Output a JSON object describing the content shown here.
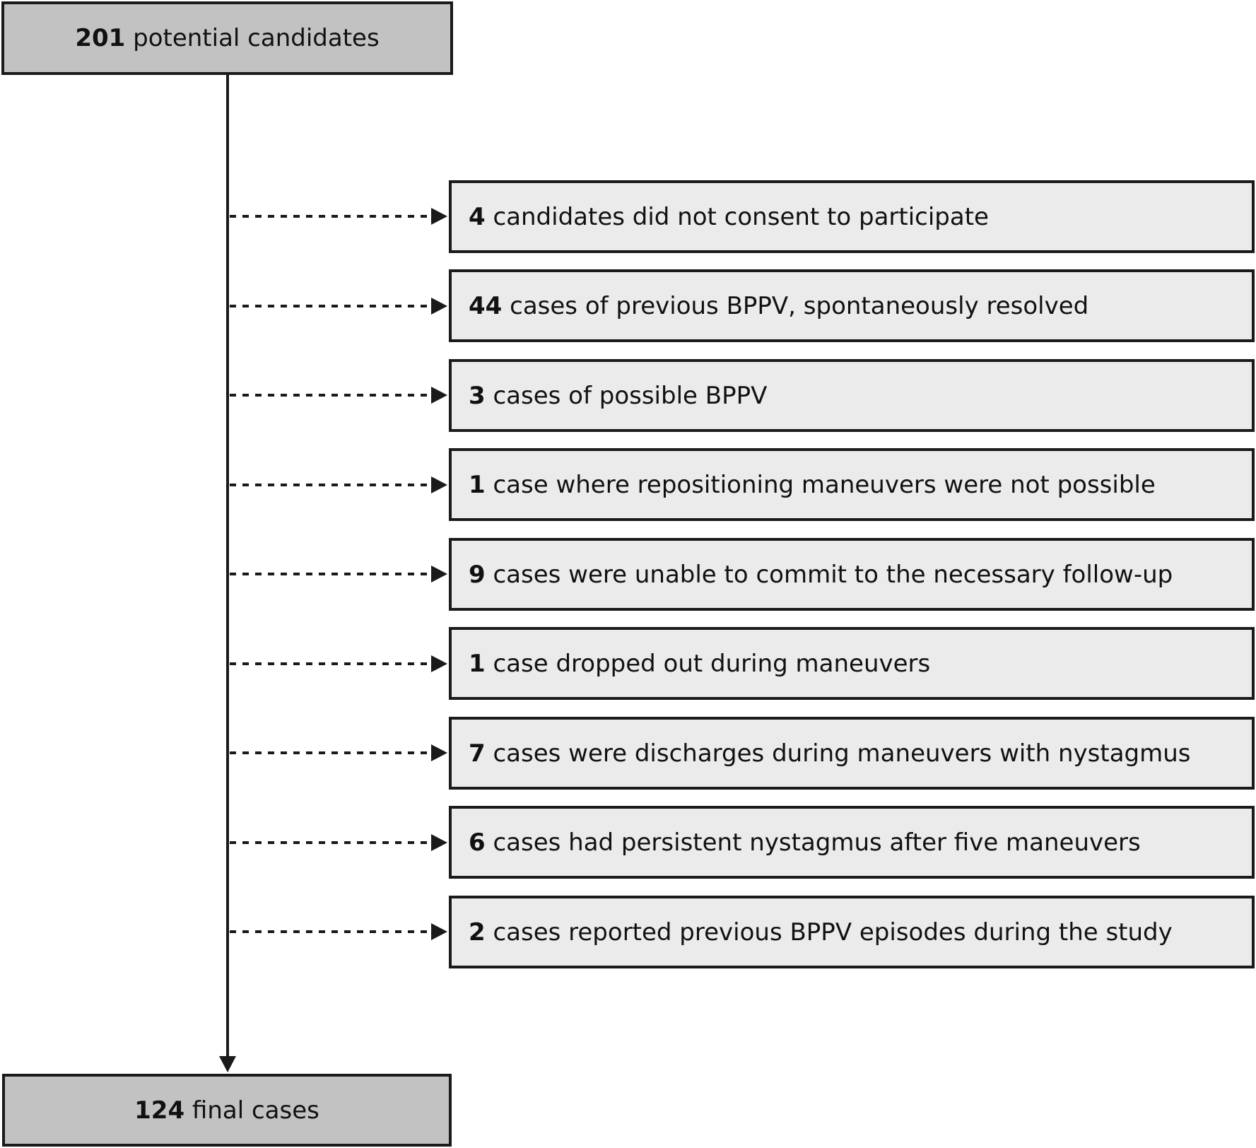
{
  "start": {
    "count": "201",
    "text": " potential candidates"
  },
  "exclusions": [
    {
      "count": "4",
      "text": " candidates did not consent to participate"
    },
    {
      "count": "44",
      "text": " cases of previous BPPV, spontaneously resolved"
    },
    {
      "count": "3",
      "text": " cases of possible BPPV"
    },
    {
      "count": "1",
      "text": " case where repositioning maneuvers were not possible"
    },
    {
      "count": "9",
      "text": " cases were unable to commit to the necessary follow-up"
    },
    {
      "count": "1",
      "text": " case dropped out during maneuvers"
    },
    {
      "count": "7",
      "text": " cases were discharges during maneuvers with nystagmus"
    },
    {
      "count": "6",
      "text": " cases had persistent nystagmus after five maneuvers"
    },
    {
      "count": "2",
      "text": " cases reported previous BPPV episodes during the study"
    }
  ],
  "final": {
    "count": "124",
    "text": " final cases"
  },
  "colors": {
    "main_box_fill": "#c2c2c2",
    "exclusion_box_fill": "#ebebeb",
    "stroke": "#1a1a1a"
  }
}
